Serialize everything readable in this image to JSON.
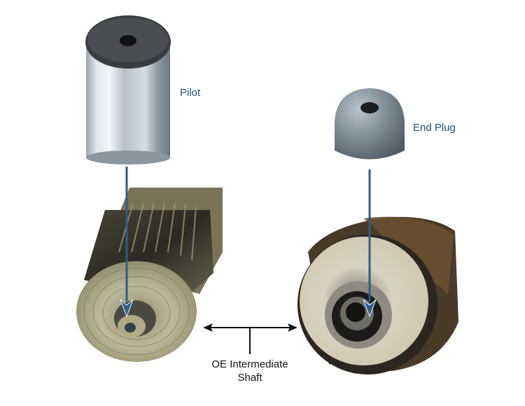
{
  "labels": {
    "pilot": "Pilot",
    "end_plug": "End Plug",
    "shaft_line1": "OE Intermediate",
    "shaft_line2": "Shaft"
  },
  "colors": {
    "callout_blue": "#1f4e79",
    "arrow_blue": "#2a5d8f",
    "leader_black": "#111111"
  },
  "parts": [
    {
      "name": "Pilot",
      "description": "polished steel cylinder with dark end face and center hole"
    },
    {
      "name": "End Plug",
      "description": "gray domed cap with center hole"
    },
    {
      "name": "OE Intermediate Shaft",
      "description": "splined shaft end, shown twice"
    }
  ]
}
